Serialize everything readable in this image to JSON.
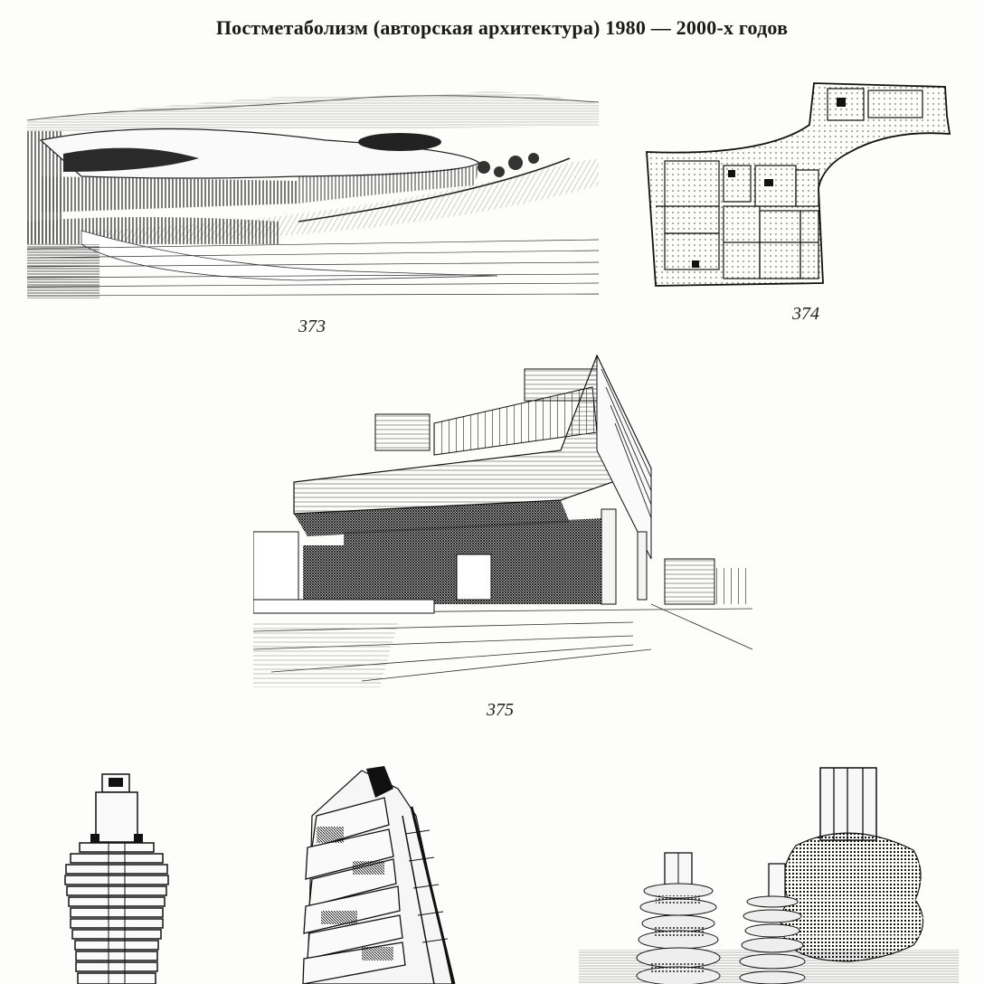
{
  "page": {
    "title": "Постметаболизм (авторская архитектура) 1980 — 2000-х годов"
  },
  "figures": [
    {
      "caption": "373"
    },
    {
      "caption": "374"
    },
    {
      "caption": "375"
    }
  ],
  "colors": {
    "ink": "#1a1a1a",
    "paper": "#fdfdfc"
  }
}
